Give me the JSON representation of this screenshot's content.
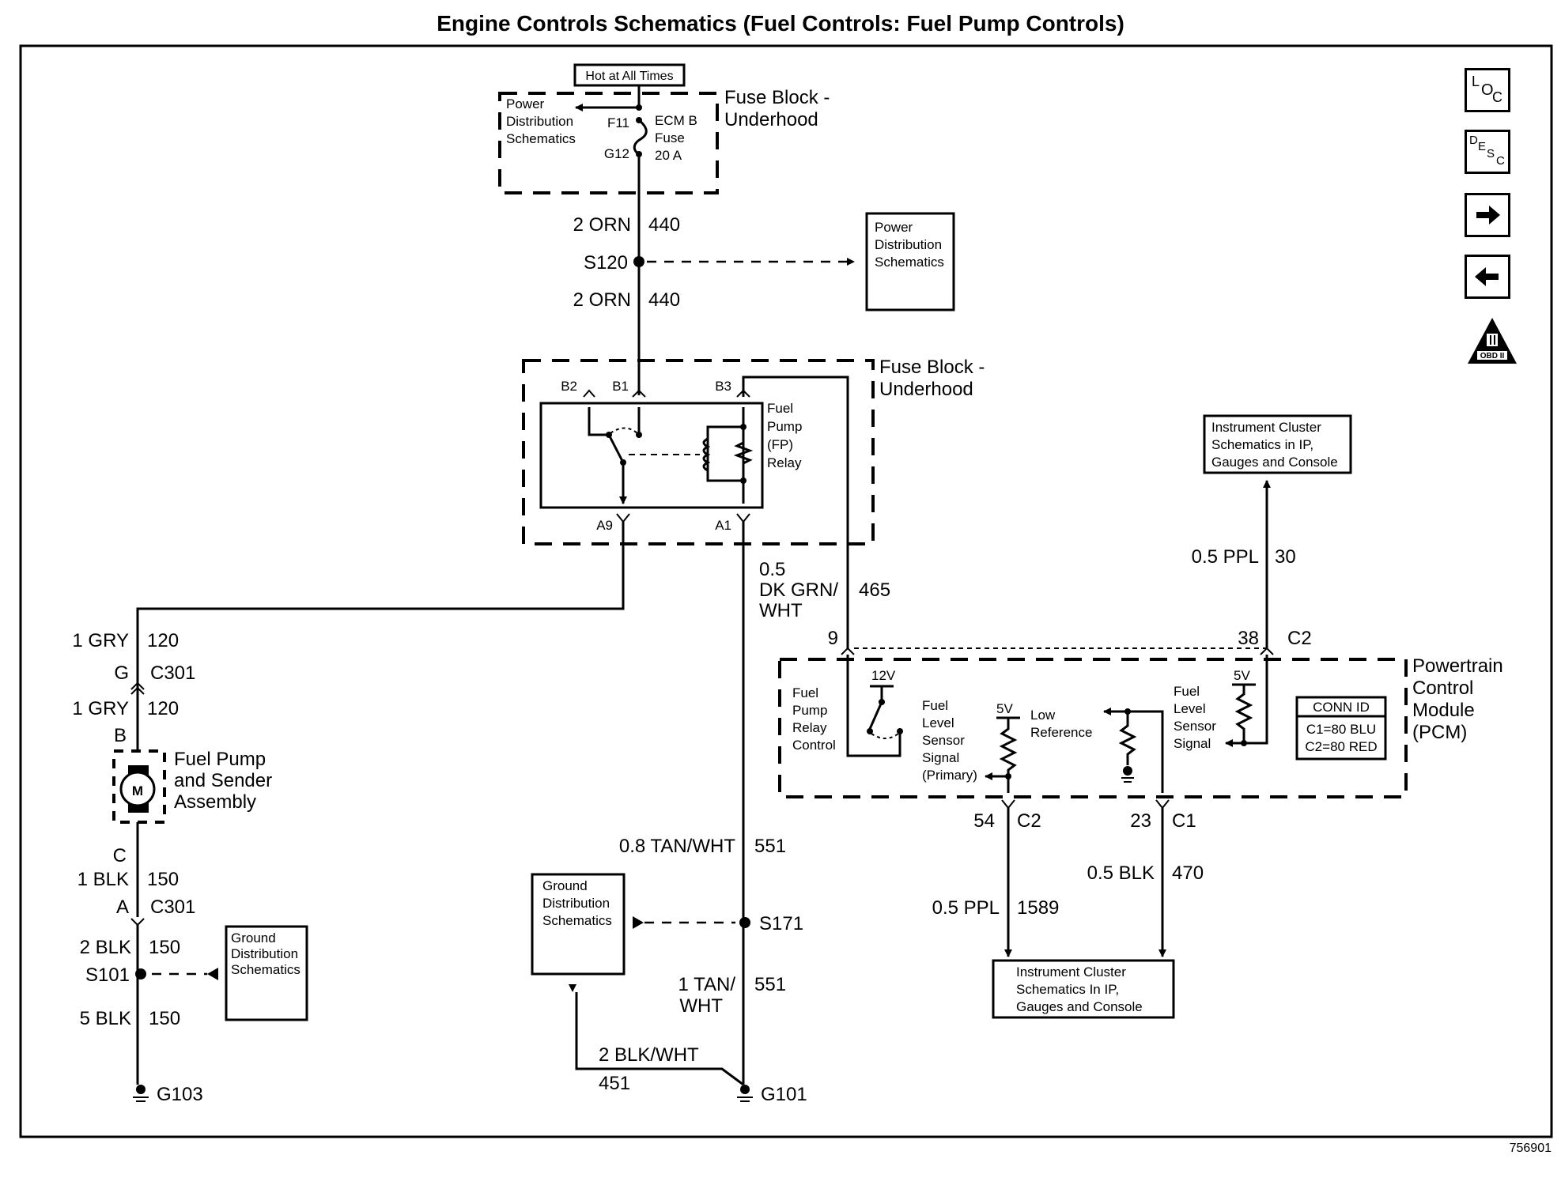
{
  "title": "Engine Controls Schematics (Fuel Controls: Fuel Pump Controls)",
  "figure_id": "756901",
  "nav_buttons": {
    "loc": [
      "L",
      "O",
      "C"
    ],
    "desc": [
      "D",
      "E",
      "S",
      "C"
    ],
    "next": "next-arrow",
    "prev": "prev-arrow",
    "obd": "OBD II"
  },
  "power_feed": {
    "hot_label": "Hot at All Times",
    "fuse_block_1": "Fuse Block -",
    "fuse_block_1b": "Underhood",
    "power_dist": [
      "Power",
      "Distribution",
      "Schematics"
    ],
    "fuse_in": "F11",
    "fuse_out": "G12",
    "fuse_name": [
      "ECM B",
      "Fuse",
      "20 A"
    ],
    "wire_a": {
      "color": "2 ORN",
      "circuit": "440"
    },
    "splice": "S120",
    "wire_b": {
      "color": "2 ORN",
      "circuit": "440"
    },
    "power_dist_box": [
      "Power",
      "Distribution",
      "Schematics"
    ]
  },
  "relay": {
    "fuse_block": "Fuse Block -",
    "fuse_block_b": "Underhood",
    "name": [
      "Fuel",
      "Pump",
      "(FP)",
      "Relay"
    ],
    "pins": {
      "b2": "B2",
      "b1": "B1",
      "b3": "B3",
      "a9": "A9",
      "a1": "A1"
    }
  },
  "pump_circuit": {
    "wire1": {
      "color": "1 GRY",
      "circuit": "120"
    },
    "conn_g": {
      "pin": "G",
      "conn": "C301"
    },
    "wire2": {
      "color": "1 GRY",
      "circuit": "120"
    },
    "pin_b": "B",
    "pump_name": [
      "Fuel Pump",
      "and Sender",
      "Assembly"
    ],
    "motor": "M",
    "pin_c": "C",
    "wire3": {
      "color": "1 BLK",
      "circuit": "150"
    },
    "conn_a": {
      "pin": "A",
      "conn": "C301"
    },
    "wire4": {
      "color": "2 BLK",
      "circuit": "150"
    },
    "splice": "S101",
    "wire5": {
      "color": "5 BLK",
      "circuit": "150"
    },
    "ground": "G103",
    "ground_box": [
      "Ground",
      "Distribution",
      "Schematics"
    ]
  },
  "coil_circuit": {
    "wire1": {
      "color": [
        "0.5",
        "DK GRN/",
        "WHT"
      ],
      "circuit": "465"
    },
    "pin9": "9",
    "wire2": {
      "color": "0.8 TAN/WHT",
      "circuit": "551"
    },
    "splice": "S171",
    "wire3": {
      "color": [
        "1 TAN/",
        "WHT"
      ],
      "circuit": "551"
    },
    "wire4": {
      "color": "2 BLK/WHT",
      "circuit": "451"
    },
    "ground": "G101",
    "ground_box": [
      "Ground",
      "Distribution",
      "Schematics"
    ]
  },
  "pcm": {
    "name": [
      "Powertrain",
      "Control",
      "Module",
      "(PCM)"
    ],
    "relay_ctrl": [
      "Fuel",
      "Pump",
      "Relay",
      "Control"
    ],
    "v12": "12V",
    "fls_primary": [
      "Fuel",
      "Level",
      "Sensor",
      "Signal",
      "(Primary)"
    ],
    "v5a": "5V",
    "low_ref": [
      "Low",
      "Reference"
    ],
    "fls_signal": [
      "Fuel",
      "Level",
      "Sensor",
      "Signal"
    ],
    "v5b": "5V",
    "conn_id": {
      "title": "CONN ID",
      "c1": "C1=80 BLU",
      "c2": "C2=80 RED"
    },
    "pin38": {
      "pin": "38",
      "conn": "C2"
    },
    "pin54": {
      "pin": "54",
      "conn": "C2"
    },
    "pin23": {
      "pin": "23",
      "conn": "C1"
    }
  },
  "cluster": {
    "top_box": [
      "Instrument Cluster",
      "Schematics in IP,",
      "Gauges and Console"
    ],
    "wire_top": {
      "color": "0.5 PPL",
      "circuit": "30"
    },
    "wire_1589": {
      "color": "0.5 PPL",
      "circuit": "1589"
    },
    "wire_470": {
      "color": "0.5 BLK",
      "circuit": "470"
    },
    "bottom_box": [
      "Instrument Cluster",
      "Schematics In IP,",
      "Gauges and Console"
    ]
  }
}
